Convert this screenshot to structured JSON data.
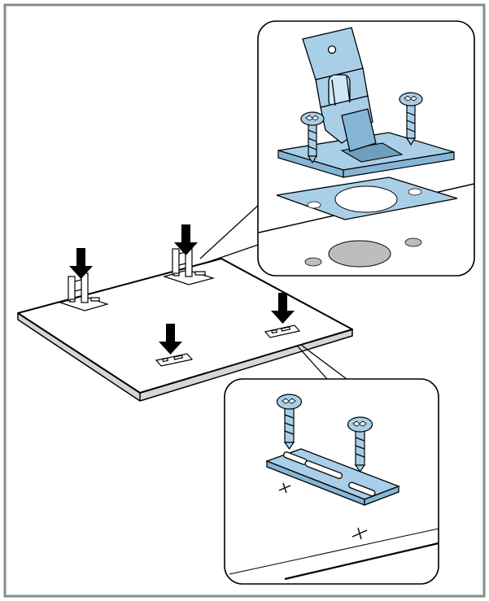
{
  "diagram": {
    "kind": "installation-illustration",
    "colors": {
      "part_fill": "#a9cfe8",
      "part_fill_light": "#cfe6f4",
      "hole_fill": "#bdbdbd",
      "line": "#000000",
      "frame": "#8a8a8a",
      "panel": "#ffffff"
    },
    "icons": {
      "arrows": "down-arrow-icon",
      "screws": "torx-screw-icon",
      "hinge": "hinge-bracket-icon",
      "plate": "slotted-mounting-plate-icon",
      "marks": "x-mark-icon"
    },
    "counts": {
      "arrows_on_board": 4,
      "screws_in_top_detail": 2,
      "screws_in_bottom_detail": 2
    }
  }
}
